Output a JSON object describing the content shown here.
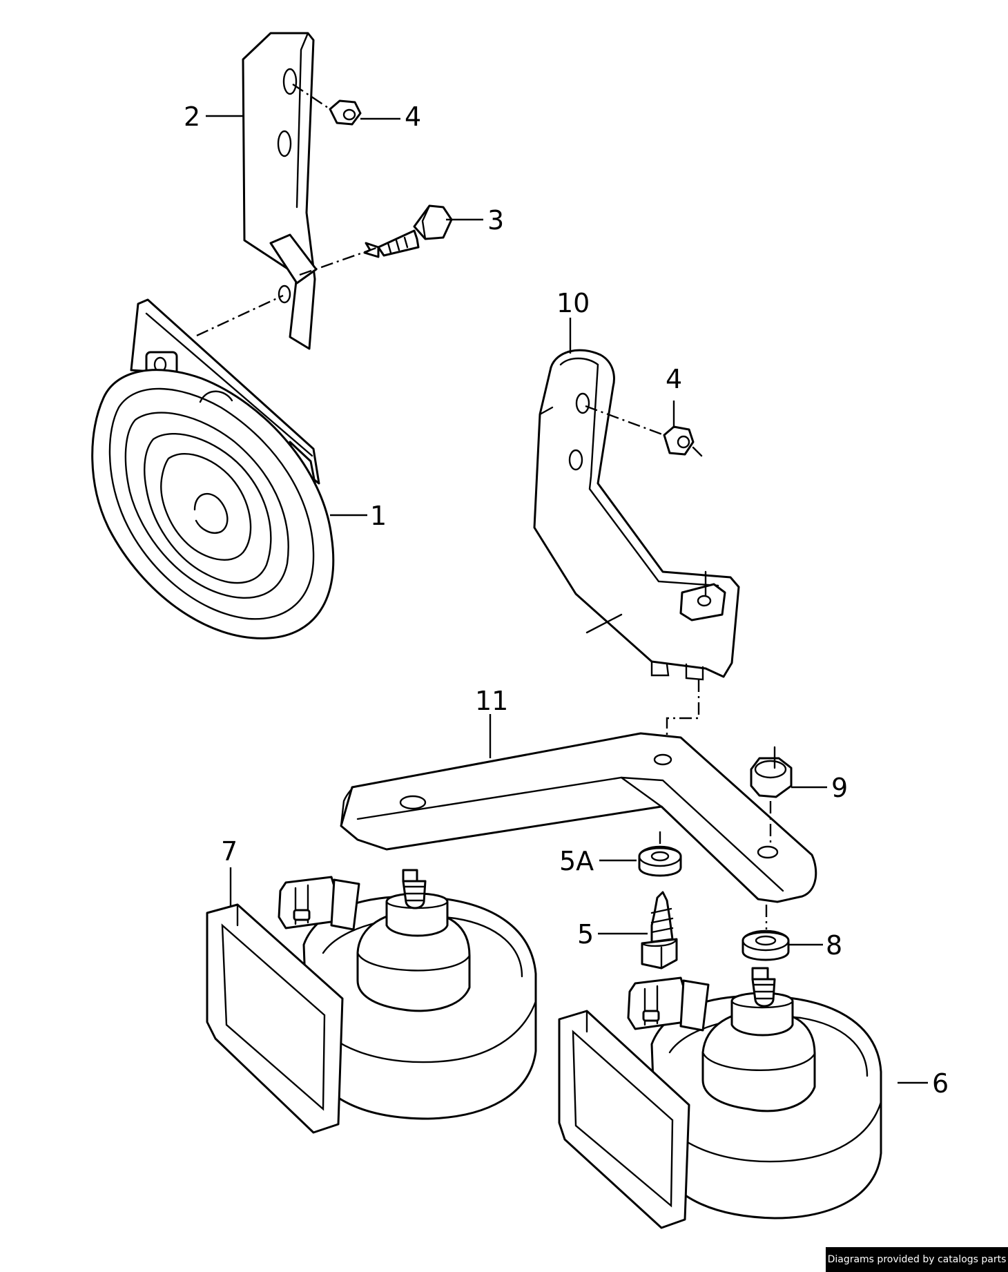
{
  "callouts": {
    "c1": "1",
    "c2": "2",
    "c3": "3",
    "c4a": "4",
    "c4b": "4",
    "c5": "5",
    "c5a": "5A",
    "c6": "6",
    "c7": "7",
    "c8": "8",
    "c9": "9",
    "c10": "10",
    "c11": "11"
  },
  "footer": {
    "credit": "Diagrams provided by catalogs parts"
  }
}
